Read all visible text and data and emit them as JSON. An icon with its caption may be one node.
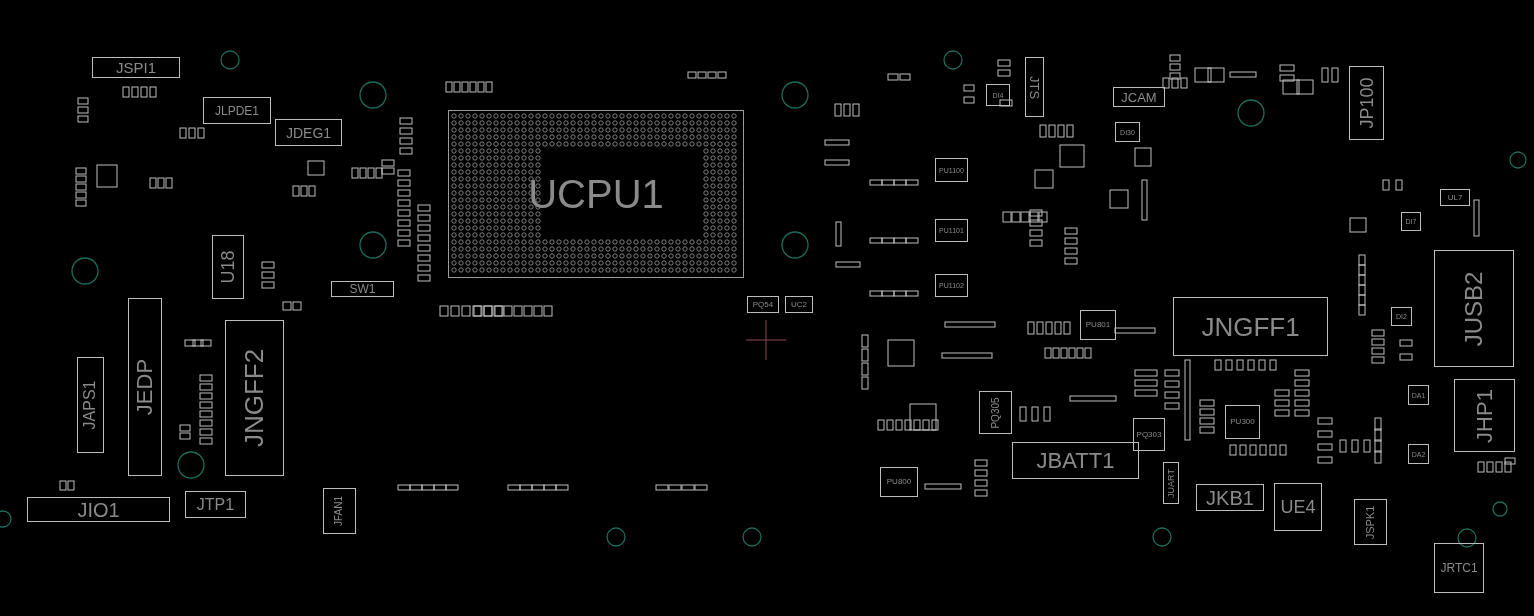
{
  "diagram": {
    "nodes": [
      {
        "text": [
          "JSPI1"
        ]
      },
      {
        "text": [
          "JLPDE1"
        ]
      },
      {
        "text": [
          "JDEG1"
        ]
      },
      {
        "text": [
          "UCPU1"
        ]
      },
      {
        "text": [
          "SW1"
        ]
      },
      {
        "text": [
          "U18"
        ]
      },
      {
        "text": [
          "JEDP"
        ]
      },
      {
        "text": [
          "JAPS1"
        ]
      },
      {
        "text": [
          "JNGFF2"
        ]
      },
      {
        "text": [
          "JIO1"
        ]
      },
      {
        "text": [
          "JTP1"
        ]
      },
      {
        "text": [
          "JFAN1"
        ]
      },
      {
        "text": [
          "JTS"
        ]
      },
      {
        "text": [
          "JCAM"
        ]
      },
      {
        "text": [
          "DI4"
        ]
      },
      {
        "text": [
          "DI30"
        ]
      },
      {
        "text": [
          "PU1100"
        ]
      },
      {
        "text": [
          "PU1101"
        ]
      },
      {
        "text": [
          "PU1102"
        ]
      },
      {
        "text": [
          "PQ54"
        ]
      },
      {
        "text": [
          "UC2"
        ]
      },
      {
        "text": [
          "PU801"
        ]
      },
      {
        "text": [
          "JP100"
        ]
      },
      {
        "text": [
          "UL7"
        ]
      },
      {
        "text": [
          "DI7"
        ]
      },
      {
        "text": [
          "JUSB2"
        ]
      },
      {
        "text": [
          "JNGFF1"
        ]
      },
      {
        "text": [
          "DI2"
        ]
      },
      {
        "text": [
          "PQ305"
        ]
      },
      {
        "text": [
          "PQ303"
        ]
      },
      {
        "text": [
          "JBATT1"
        ]
      },
      {
        "text": [
          "PU800"
        ]
      },
      {
        "text": [
          "JUART"
        ]
      },
      {
        "text": [
          "PU300"
        ]
      },
      {
        "text": [
          "JKB1"
        ]
      },
      {
        "text": [
          "UE4"
        ]
      },
      {
        "text": [
          "DA1"
        ]
      },
      {
        "text": [
          "DA2"
        ]
      },
      {
        "text": [
          "JHP1"
        ]
      },
      {
        "text": [
          "JSPK1"
        ]
      },
      {
        "text": [
          "JRTC1"
        ]
      }
    ]
  }
}
